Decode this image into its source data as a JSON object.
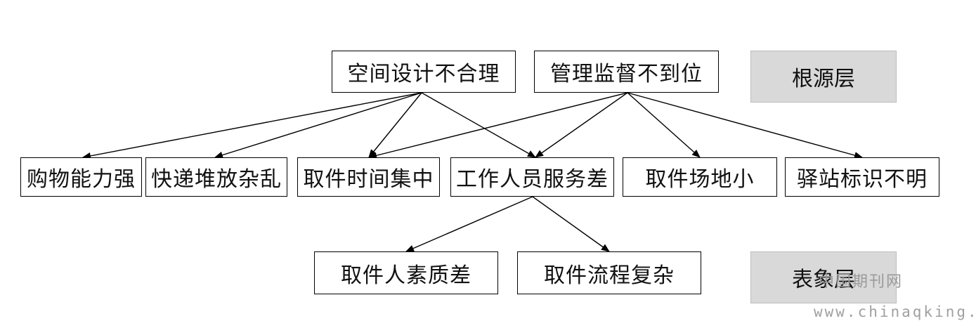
{
  "root_causes": [
    {
      "id": "space-design",
      "label": "空间设计不合理"
    },
    {
      "id": "management",
      "label": "管理监督不到位"
    }
  ],
  "middle_factors": [
    {
      "id": "shopping",
      "label": "购物能力强"
    },
    {
      "id": "clutter",
      "label": "快递堆放杂乱"
    },
    {
      "id": "pickup-time",
      "label": "取件时间集中"
    },
    {
      "id": "staff",
      "label": "工作人员服务差"
    },
    {
      "id": "space-small",
      "label": "取件场地小"
    },
    {
      "id": "signage",
      "label": "驿站标识不明"
    }
  ],
  "surface_factors": [
    {
      "id": "quality",
      "label": "取件人素质差"
    },
    {
      "id": "process",
      "label": "取件流程复杂"
    }
  ],
  "layers": {
    "root": "根源层",
    "surface": "表象层"
  },
  "edges": [
    [
      "space-design",
      "shopping"
    ],
    [
      "space-design",
      "clutter"
    ],
    [
      "space-design",
      "pickup-time"
    ],
    [
      "space-design",
      "staff"
    ],
    [
      "management",
      "pickup-time"
    ],
    [
      "management",
      "staff"
    ],
    [
      "management",
      "space-small"
    ],
    [
      "management",
      "signage"
    ],
    [
      "staff",
      "quality"
    ],
    [
      "staff",
      "process"
    ]
  ],
  "watermark": {
    "name": "中国期刊网",
    "url": "www.chinaqking.com"
  },
  "colors": {
    "layer_fill": "#d9d9d9",
    "line": "#000000"
  }
}
